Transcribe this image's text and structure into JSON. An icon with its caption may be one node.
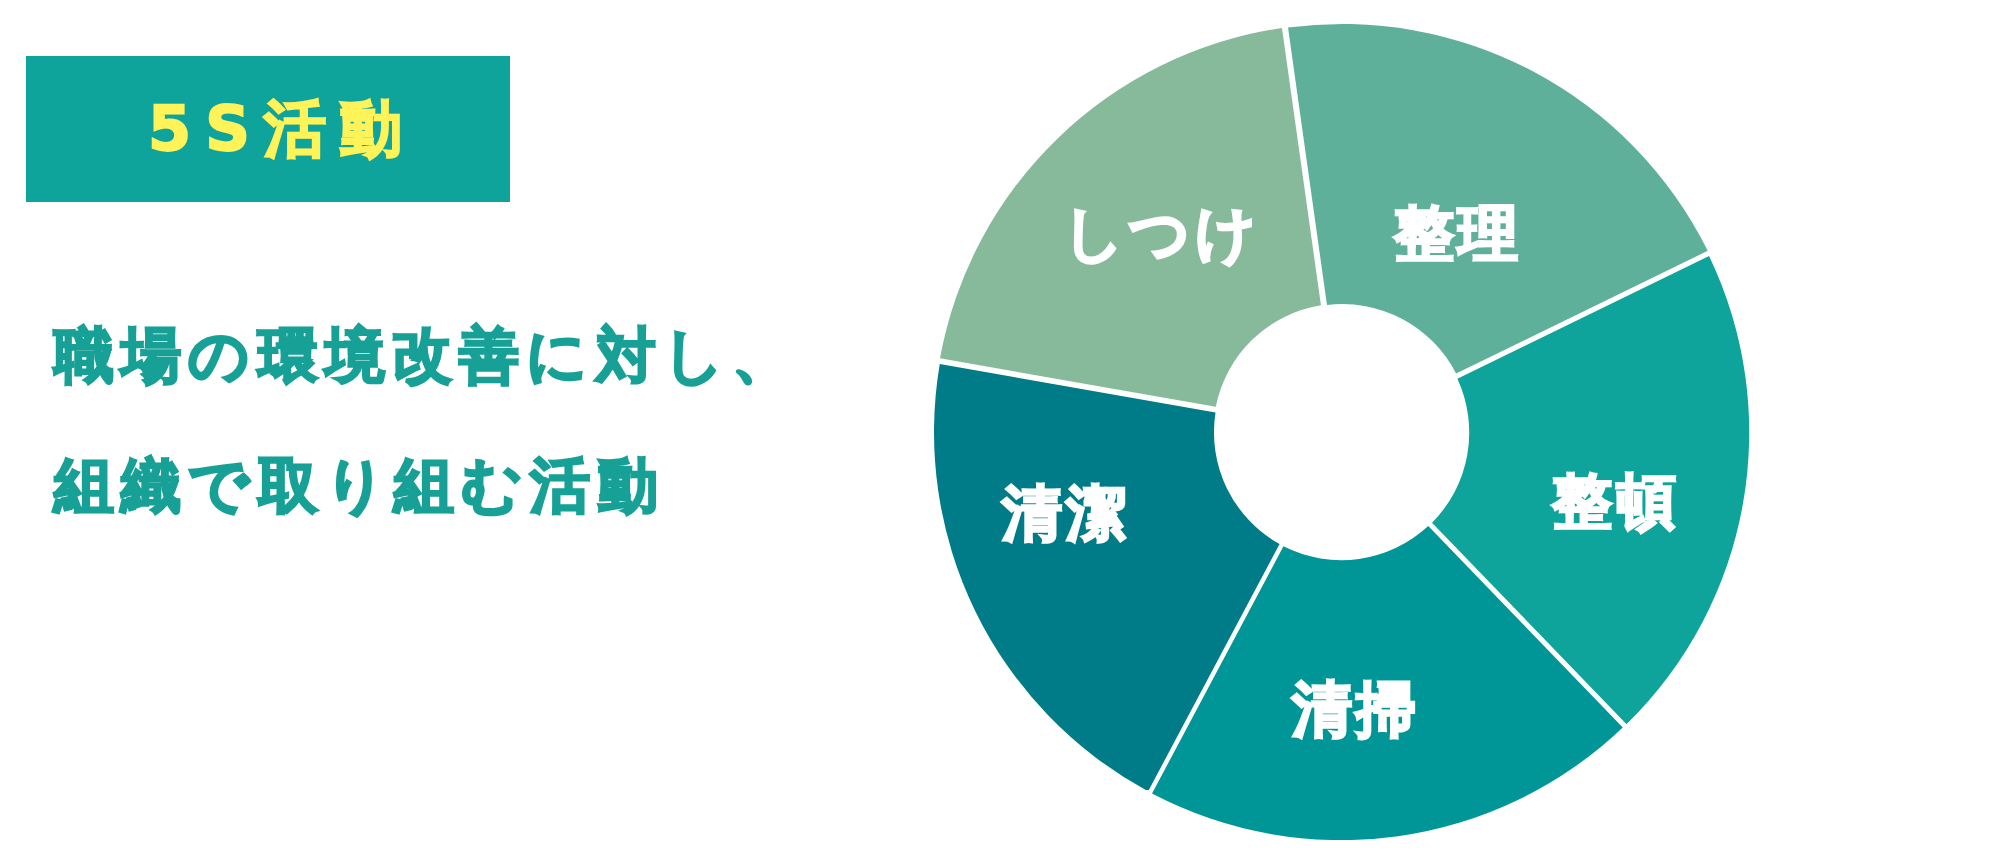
{
  "diagram": {
    "title": "5S活動",
    "nodes": [
      {
        "text": [
          "整理"
        ]
      },
      {
        "text": [
          "整頓"
        ]
      },
      {
        "text": [
          "清掃"
        ]
      },
      {
        "text": [
          "清潔"
        ]
      },
      {
        "text": [
          "しつけ"
        ]
      }
    ],
    "labels": [
      "職場の環境改善に対し、組織で取り組む活動"
    ]
  }
}
